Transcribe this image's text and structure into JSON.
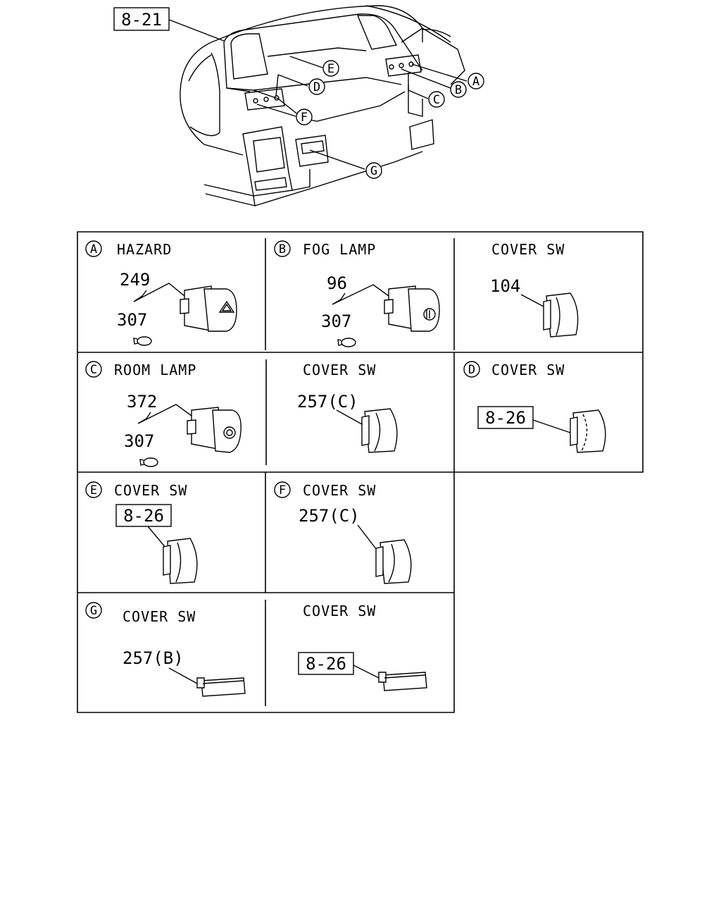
{
  "overview": {
    "ref_box": "8-21",
    "callouts": [
      "A",
      "B",
      "C",
      "D",
      "E",
      "F",
      "G"
    ]
  },
  "cells": {
    "a": {
      "letter": "A",
      "title": "HAZARD",
      "part1": "249",
      "part2": "307"
    },
    "b": {
      "letter": "B",
      "title": "FOG LAMP",
      "part1": "96",
      "part2": "307"
    },
    "b2": {
      "title": "COVER SW",
      "part": "104"
    },
    "c": {
      "letter": "C",
      "title": "ROOM LAMP",
      "part1": "372",
      "part2": "307"
    },
    "c2": {
      "title": "COVER SW",
      "part": "257(C)"
    },
    "d": {
      "letter": "D",
      "title": "COVER SW",
      "ref": "8-26"
    },
    "e": {
      "letter": "E",
      "title": "COVER SW",
      "ref": "8-26"
    },
    "f": {
      "letter": "F",
      "title": "COVER SW",
      "part": "257(C)"
    },
    "g": {
      "letter": "G",
      "title": "COVER SW",
      "part": "257(B)"
    },
    "g2": {
      "title": "COVER SW",
      "ref": "8-26"
    }
  }
}
